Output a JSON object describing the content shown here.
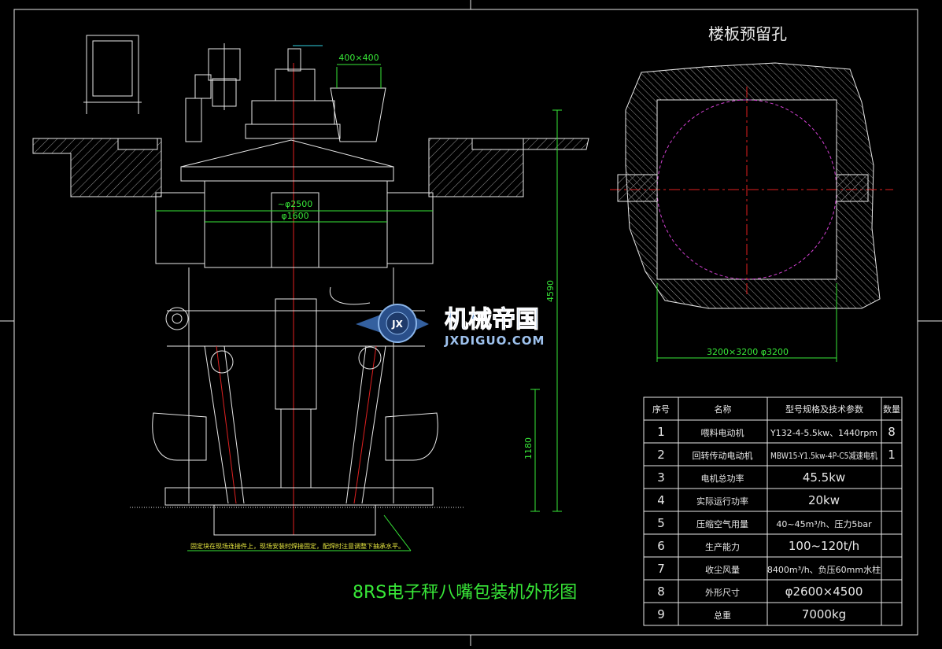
{
  "drawing_title": "8RS电子秤八嘴包装机外形图",
  "floor_opening": {
    "title": "楼板预留孔",
    "size_label": "3200×3200 φ3200"
  },
  "dimensions": {
    "top_width": "400×400",
    "outer_dia": "~φ2500",
    "inner_dia": "φ1600",
    "height_lower": "1180",
    "height_total": "4590"
  },
  "note": "固定块在现场连接件上，现场安装时焊接固定，配焊时注意调整下抽承水平。",
  "watermark": {
    "text_cn": "机械帝国",
    "text_en": "JXDIGUO.COM",
    "logo_letters": "JX"
  },
  "table": {
    "headers": [
      "序号",
      "名称",
      "型号规格及技术参数",
      "数量"
    ],
    "rows": [
      {
        "no": "1",
        "name": "喂料电动机",
        "spec": "Y132-4-5.5kw、1440rpm",
        "qty": "8"
      },
      {
        "no": "2",
        "name": "回转传动电动机",
        "spec": "MBW15-Y1.5kw-4P-C5减速电机",
        "qty": "1"
      },
      {
        "no": "3",
        "name": "电机总功率",
        "spec": "45.5kw",
        "qty": ""
      },
      {
        "no": "4",
        "name": "实际运行功率",
        "spec": "20kw",
        "qty": ""
      },
      {
        "no": "5",
        "name": "压缩空气用量",
        "spec": "40~45m³/h、压力5bar",
        "qty": ""
      },
      {
        "no": "6",
        "name": "生产能力",
        "spec": "100~120t/h",
        "qty": ""
      },
      {
        "no": "7",
        "name": "收尘风量",
        "spec": "8400m³/h、负压60mm水柱",
        "qty": ""
      },
      {
        "no": "8",
        "name": "外形尺寸",
        "spec": "φ2600×4500",
        "qty": ""
      },
      {
        "no": "9",
        "name": "总重",
        "spec": "7000kg",
        "qty": ""
      }
    ]
  },
  "colors": {
    "line_white": "#e8e8e8",
    "dim_green": "#38e838",
    "center_red": "#e02020",
    "circle_magenta": "#d040d0",
    "hatch_gray": "#9a9a9a",
    "accent_yellow": "#e8e840",
    "accent_cyan": "#30d0e0",
    "watermark_blue": "#5a8fd0"
  }
}
